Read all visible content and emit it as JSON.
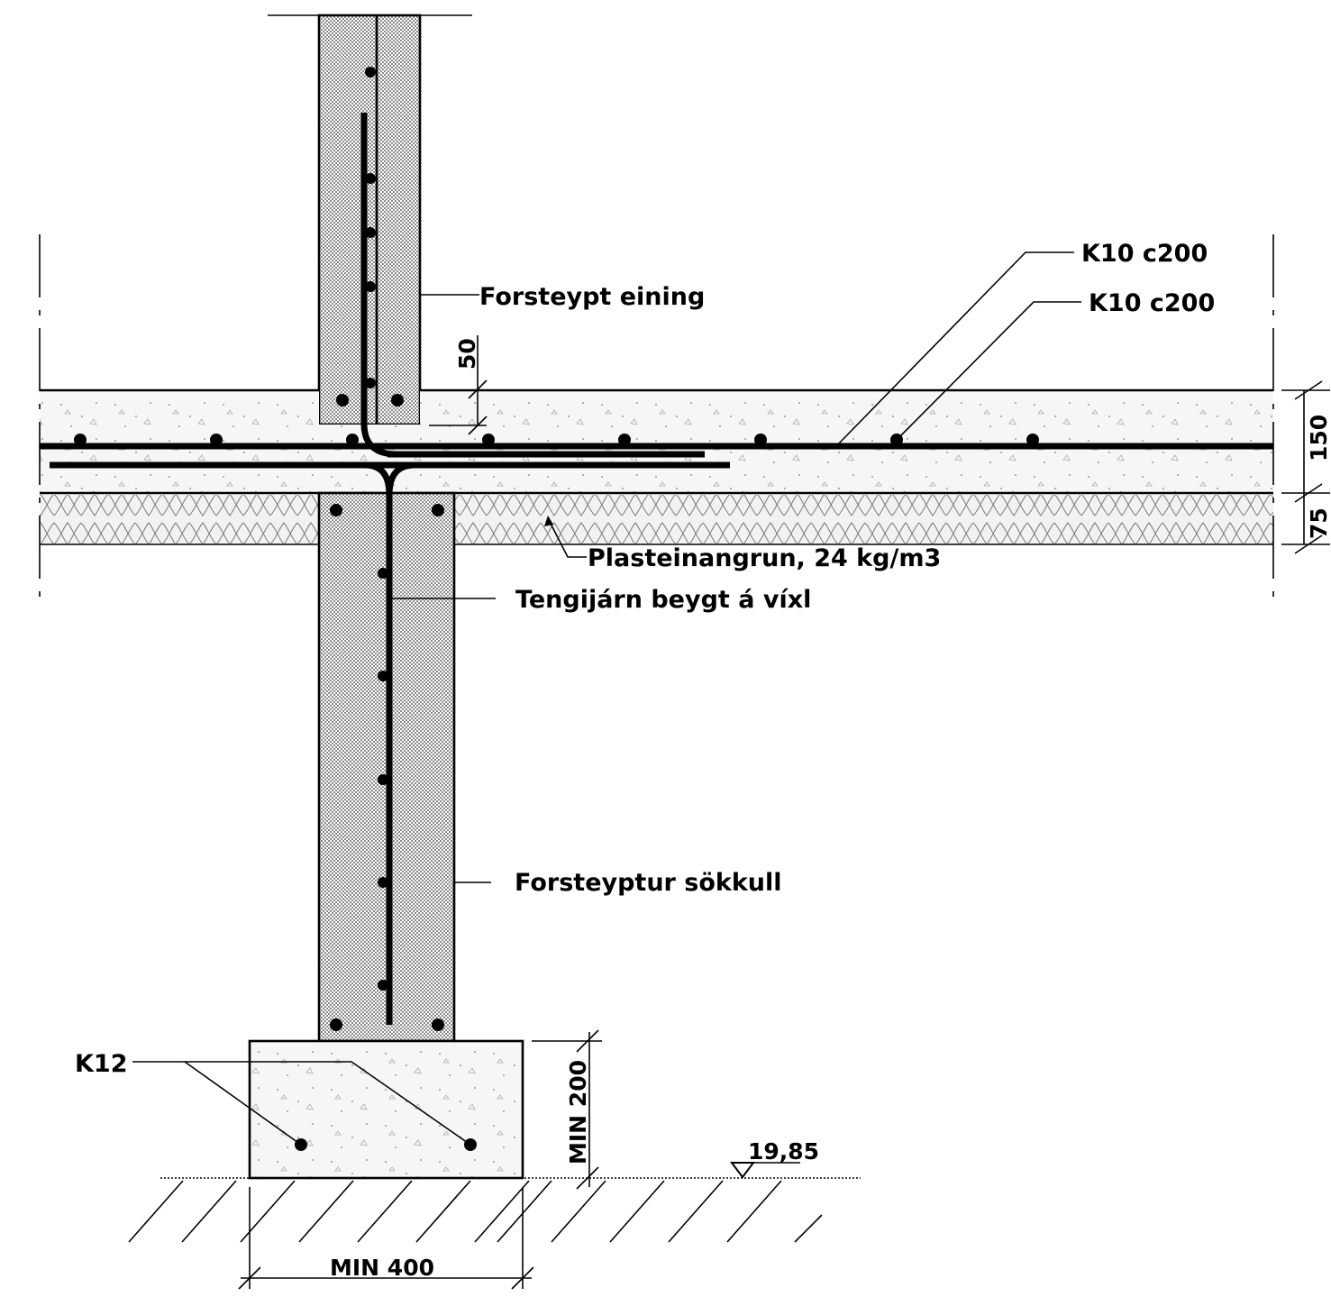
{
  "labels": {
    "precast_unit": "Forsteypt eining",
    "rebar_top": "K10  c200",
    "rebar_bottom": "K10  c200",
    "insulation": "Plasteinangrun, 24 kg/m3",
    "connection_bar": "Tengijárn beygt á víxl",
    "precast_plinth": "Forsteyptur sökkull",
    "footing_bars": "K12"
  },
  "dimensions": {
    "cover": "50",
    "slab_thickness": "150",
    "insulation_thickness": "75",
    "footing_height": "MIN  200",
    "footing_width": "MIN  400",
    "level": "19,85"
  },
  "colors": {
    "ink": "#000000",
    "concrete_fill": "#f2f2f2",
    "wall_fill": "#cfcfcf",
    "insulation_fill": "#ececec"
  }
}
